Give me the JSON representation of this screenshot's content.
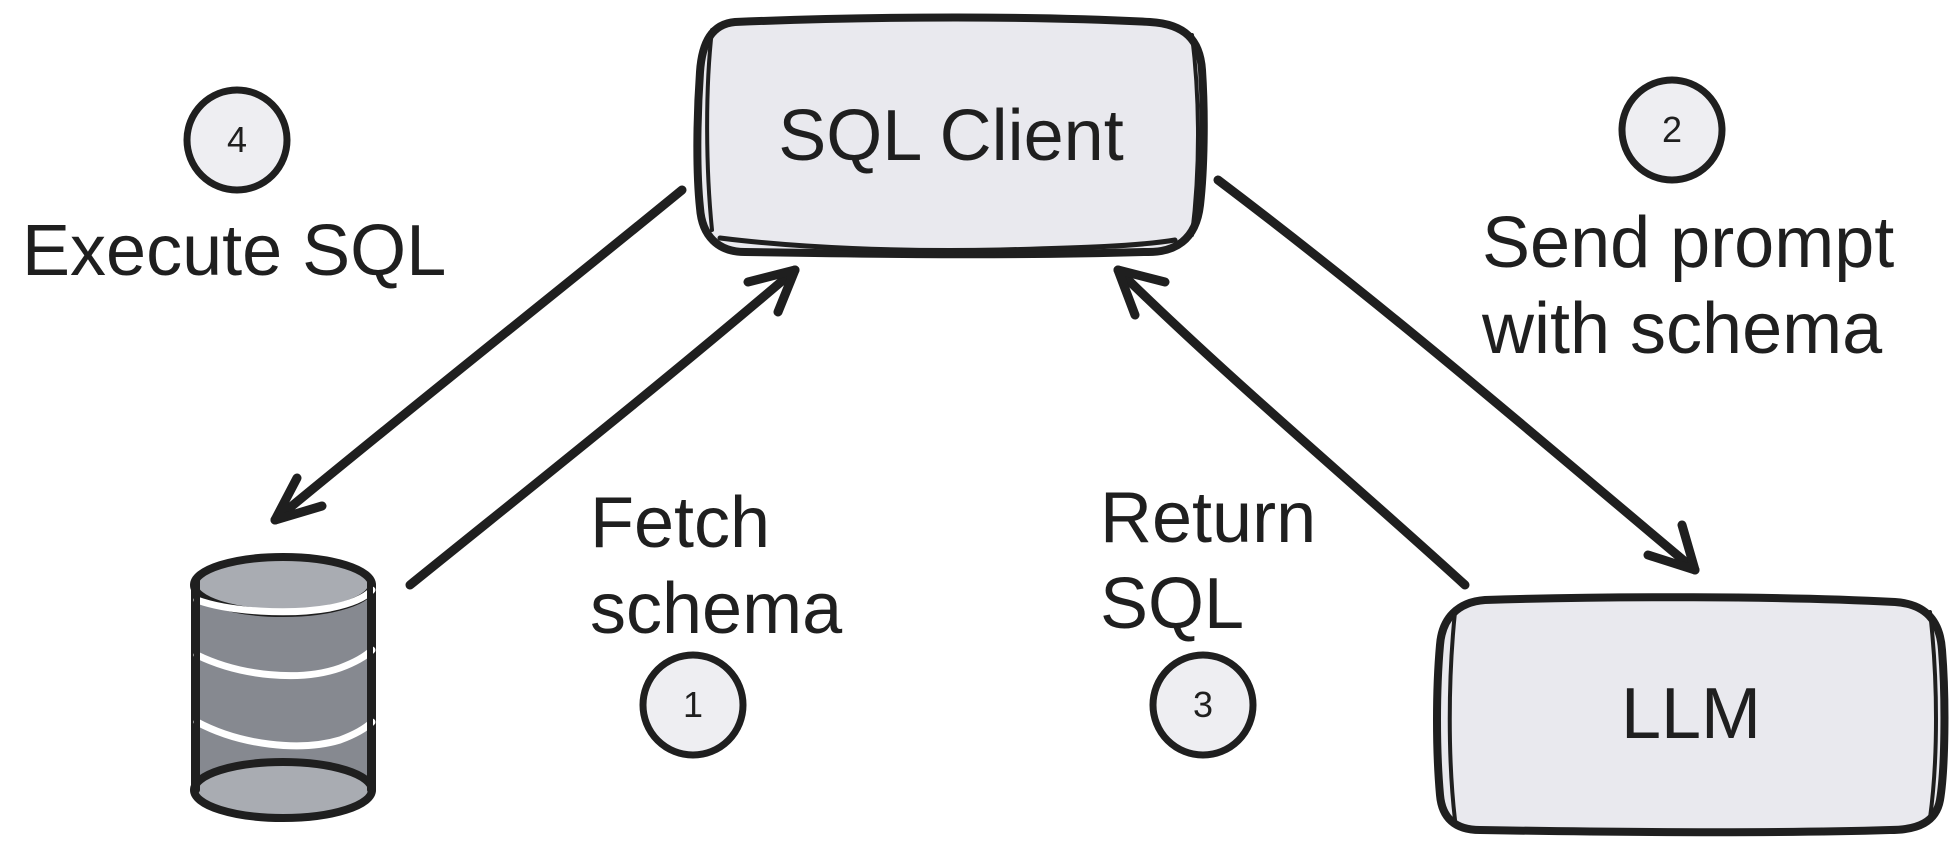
{
  "nodes": {
    "sql_client": {
      "label": "SQL Client"
    },
    "llm": {
      "label": "LLM"
    },
    "database": {
      "label": ""
    }
  },
  "steps": [
    {
      "number": "1",
      "label_lines": [
        "Fetch",
        "schema"
      ]
    },
    {
      "number": "2",
      "label_lines": [
        "Send prompt",
        "with schema"
      ]
    },
    {
      "number": "3",
      "label_lines": [
        "Return",
        "SQL"
      ]
    },
    {
      "number": "4",
      "label_lines": [
        "Execute SQL"
      ]
    }
  ],
  "colors": {
    "ink": "#1f1f1f",
    "box_fill": "#e9e9ee",
    "badge_fill": "#eeeef2",
    "cylinder_fill": "#868990",
    "cylinder_top": "#a9acb2",
    "stripe": "#ffffff"
  },
  "icons": {
    "database": "database-cylinder-icon"
  }
}
